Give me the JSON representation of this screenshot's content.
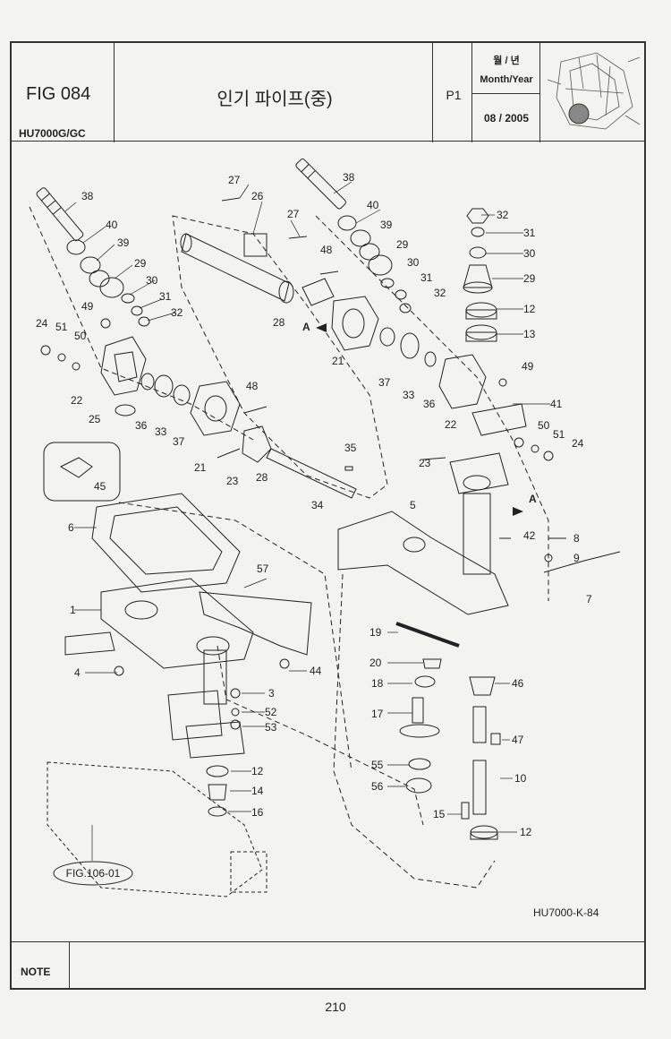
{
  "header": {
    "fig_number": "FIG 084",
    "model": "HU7000G/GC",
    "title": "인기 파이프(중)",
    "page_code": "P1",
    "month_year_ko": "월 / 년",
    "month_year_en": "Month/Year",
    "date": "08 / 2005"
  },
  "diagram": {
    "callouts": [
      "38",
      "40",
      "39",
      "29",
      "30",
      "31",
      "32",
      "49",
      "24",
      "51",
      "50",
      "22",
      "25",
      "36",
      "33",
      "37",
      "21",
      "23",
      "28",
      "48",
      "27",
      "26",
      "35",
      "34",
      "45",
      "6",
      "1",
      "4",
      "57",
      "44",
      "3",
      "52",
      "53",
      "12",
      "14",
      "16",
      "5",
      "19",
      "20",
      "18",
      "17",
      "55",
      "56",
      "15",
      "10",
      "47",
      "46",
      "42",
      "8",
      "9",
      "7",
      "41",
      "13",
      "A"
    ],
    "reference_label": "FIG.106-01",
    "drawing_code": "HU7000-K-84"
  },
  "footer": {
    "note_label": "NOTE",
    "note_text": "",
    "page_number": "210"
  }
}
